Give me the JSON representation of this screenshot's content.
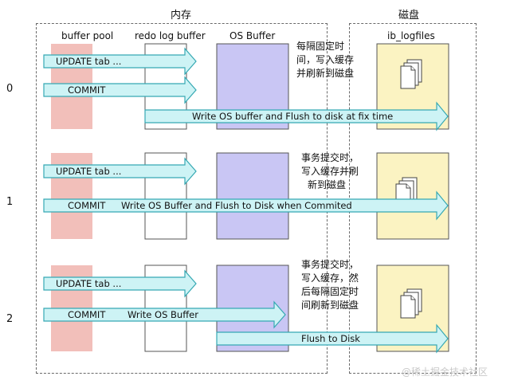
{
  "zones": {
    "memory_title": "内存",
    "disk_title": "磁盘"
  },
  "columns": {
    "buffer_pool": "buffer pool",
    "redo_log_buffer": "redo log buffer",
    "os_buffer": "OS Buffer",
    "ib_logfiles": "ib_logfiles"
  },
  "rows": [
    {
      "number": "0",
      "note": [
        "每隔固定时",
        "间，写入缓存",
        "并刷新到磁盘"
      ],
      "arrows": {
        "update": "UPDATE tab ...",
        "commit": "COMMIT",
        "flush": "Write OS buffer and Flush to disk at fix time"
      }
    },
    {
      "number": "1",
      "note": [
        "事务提交时，",
        "写入缓存并刷",
        "新到磁盘"
      ],
      "arrows": {
        "update": "UPDATE tab ...",
        "commit": "COMMIT",
        "flush": "Write OS Buffer and Flush to Disk when Commited"
      }
    },
    {
      "number": "2",
      "note": [
        "事务提交时，",
        "写入缓存，然",
        "后每隔固定时",
        "间刷新到磁盘"
      ],
      "arrows": {
        "update": "UPDATE tab ...",
        "commit": "COMMIT",
        "write": "Write OS Buffer",
        "flush": "Flush to Disk"
      }
    }
  ],
  "watermark": "@稀土掘金技术社区",
  "colors": {
    "buffer_pool": "#f2bfba",
    "redo_log": "#ffffff",
    "os_buffer": "#c9c6f4",
    "disk": "#fbf3c2",
    "arrow_fill": "#cdf3f5",
    "arrow_stroke": "#36a9b3"
  }
}
